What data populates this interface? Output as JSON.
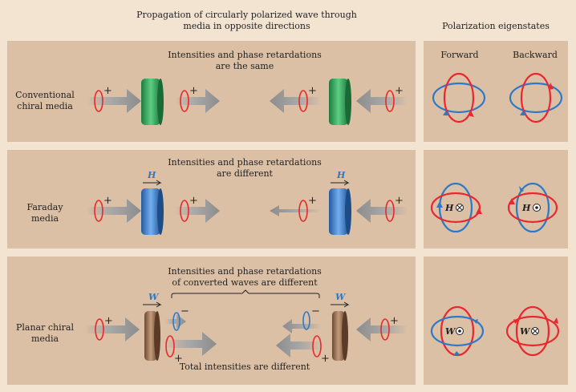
{
  "header": {
    "left_line1": "Propagation of circularly polarized wave through",
    "left_line2": "media in opposite directions",
    "right": "Polarization eigenstates"
  },
  "rows": [
    {
      "label_line1": "Conventional",
      "label_line2": "chiral media",
      "desc_line1": "Intensities and phase retardations",
      "desc_line2": "are the same",
      "field_symbol": "",
      "eigen_forward_label": "Forward",
      "eigen_backward_label": "Backward"
    },
    {
      "label_line1": "Faraday",
      "label_line2": "media",
      "desc_line1": "Intensities and phase retardations",
      "desc_line2": "are different",
      "field_symbol": "H"
    },
    {
      "label_line1": "Planar chiral",
      "label_line2": "media",
      "desc_line1": "Intensities and phase retardations",
      "desc_line2": "of converted waves are different",
      "desc_bottom": "Total intensities are different",
      "field_symbol": "W"
    }
  ],
  "signs": {
    "plus": "+",
    "minus": "−"
  },
  "colors": {
    "background": "#f3e4d2",
    "panel": "#dcc0a6",
    "green_medium": "#2f9a52",
    "blue_medium": "#3c78c2",
    "brown_medium": "#a07a5e",
    "red": "#e8282e",
    "blue": "#2d79c7",
    "gray_arrow": "#9f9f9f"
  }
}
